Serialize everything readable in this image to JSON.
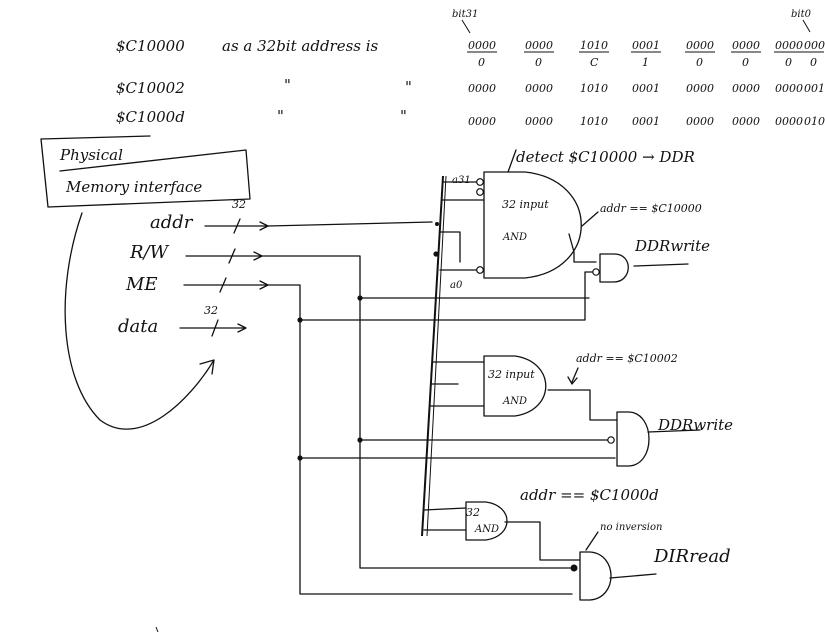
{
  "address_table": {
    "markers": {
      "msb": "bit31",
      "lsb": "bit0"
    },
    "rows": [
      {
        "address": "$C10000",
        "description": "as a 32bit address is",
        "nibbles": [
          "0000",
          "0000",
          "1010",
          "0001",
          "0000",
          "0000",
          "0000",
          "0000"
        ],
        "hex_digits": [
          "0",
          "0",
          "C",
          "1",
          "0",
          "0",
          "0",
          "0"
        ]
      },
      {
        "address": "$C10002",
        "ditto": "\"",
        "ditto2": "\"",
        "nibbles": [
          "0000",
          "0000",
          "1010",
          "0001",
          "0000",
          "0000",
          "0000",
          "0010"
        ]
      },
      {
        "address": "$C1000d",
        "ditto": "\"",
        "ditto2": "\"",
        "nibbles": [
          "0000",
          "0000",
          "1010",
          "0001",
          "0000",
          "0000",
          "0000",
          "0100"
        ]
      }
    ]
  },
  "interface": {
    "title_line1": "Physical",
    "title_line2": "Memory interface",
    "signals": [
      {
        "label": "addr",
        "width": "32"
      },
      {
        "label": "R/W"
      },
      {
        "label": "ME"
      },
      {
        "label": "data",
        "width": "32"
      }
    ]
  },
  "gates": {
    "g1": {
      "inner_line1": "32 input",
      "inner_line2": "AND",
      "pin_top": "a31",
      "pin_bottom": "a0",
      "note": "detect $C10000 → DDR",
      "output_note": "addr == $C10000"
    },
    "g2": {
      "inner_line1": "32 input",
      "inner_line2": "AND",
      "output_note": "addr == $C10002"
    },
    "g3": {
      "inner_line1": "32",
      "inner_line2": "AND",
      "output_note": "addr == $C1000d",
      "note2": "no inversion"
    }
  },
  "outputs": {
    "o1": "DDRwrite",
    "o2": "DDRwrite",
    "o3": "DIRread"
  }
}
